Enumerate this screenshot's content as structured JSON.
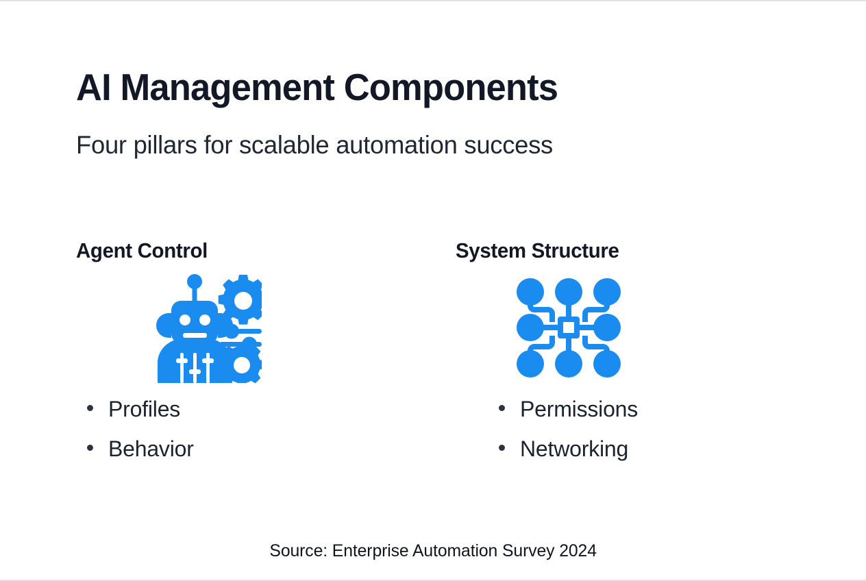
{
  "slide": {
    "title": "AI Management Components",
    "subtitle": "Four pillars for scalable automation success",
    "accent_color": "#1a8cf0",
    "title_color": "#121826",
    "text_color": "#1b2330",
    "background_color": "#ffffff"
  },
  "columns": [
    {
      "heading": "Agent Control",
      "icon": "robot-settings-icon",
      "bullets": [
        {
          "label": "Profiles"
        },
        {
          "label": "Behavior"
        }
      ]
    },
    {
      "heading": "System Structure",
      "icon": "network-nodes-icon",
      "bullets": [
        {
          "label": "Permissions"
        },
        {
          "label": "Networking"
        }
      ]
    }
  ],
  "footer": {
    "source": "Source: Enterprise Automation Survey 2024"
  }
}
